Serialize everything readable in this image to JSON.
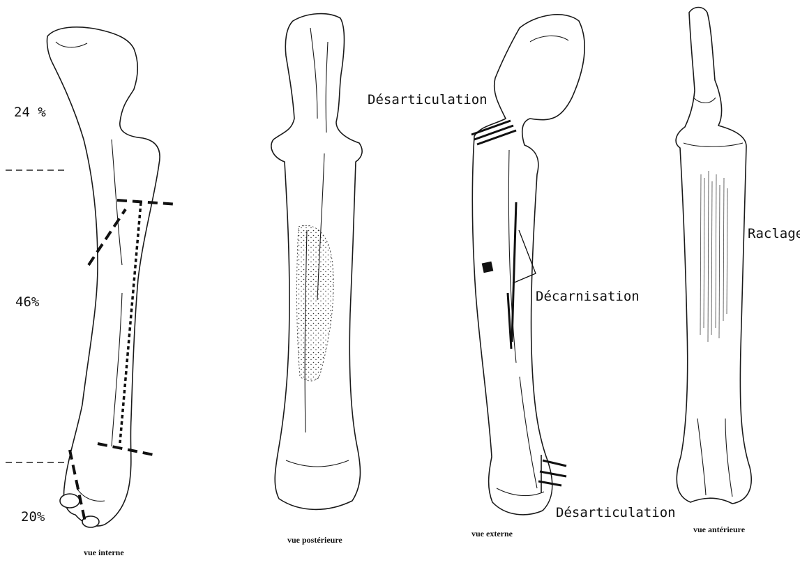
{
  "figure": {
    "views": [
      {
        "id": "interne",
        "caption": "vue interne"
      },
      {
        "id": "posterieure",
        "caption": "vue postérieure"
      },
      {
        "id": "externe",
        "caption": "vue externe"
      },
      {
        "id": "anterieure",
        "caption": "vue antérieure"
      }
    ],
    "segments": [
      {
        "label": "24 %"
      },
      {
        "label": "46%"
      },
      {
        "label": "20%"
      }
    ],
    "annotations": {
      "disarticulation_top": "Désarticulation",
      "defleshing": "Décarnisation",
      "disarticulation_bottom": "Désarticulation",
      "scraping": "Raclage"
    }
  }
}
